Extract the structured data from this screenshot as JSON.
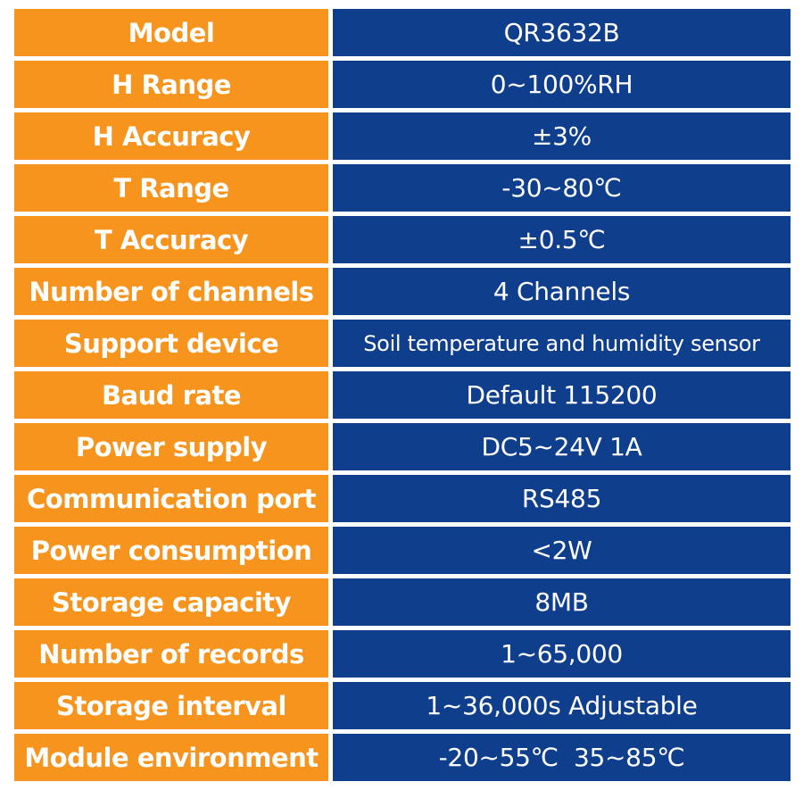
{
  "rows": [
    {
      "label": "Model",
      "value": "QR3632B"
    },
    {
      "label": "H Range",
      "value": "0~100%RH"
    },
    {
      "label": "H Accuracy",
      "value": "±3%"
    },
    {
      "label": "T Range",
      "value": "-30~80℃"
    },
    {
      "label": "T Accuracy",
      "value": "±0.5℃"
    },
    {
      "label": "Number of channels",
      "value": "4 Channels"
    },
    {
      "label": "Support device",
      "value": "Soil temperature and humidity sensor"
    },
    {
      "label": "Baud rate",
      "value": "Default 115200"
    },
    {
      "label": "Power supply",
      "value": "DC5~24V 1A"
    },
    {
      "label": "Communication port",
      "value": "RS485"
    },
    {
      "label": "Power consumption",
      "value": "<2W"
    },
    {
      "label": "Storage capacity",
      "value": "8MB"
    },
    {
      "label": "Number of records",
      "value": "1~65,000"
    },
    {
      "label": "Storage interval",
      "value": "1~36,000s Adjustable"
    },
    {
      "label": "Module environment",
      "value": "-20~55℃  35~85℃"
    }
  ],
  "colors": {
    "label_bg": "#f7941d",
    "value_bg": "#0f3f8c",
    "text": "#ffffff"
  }
}
